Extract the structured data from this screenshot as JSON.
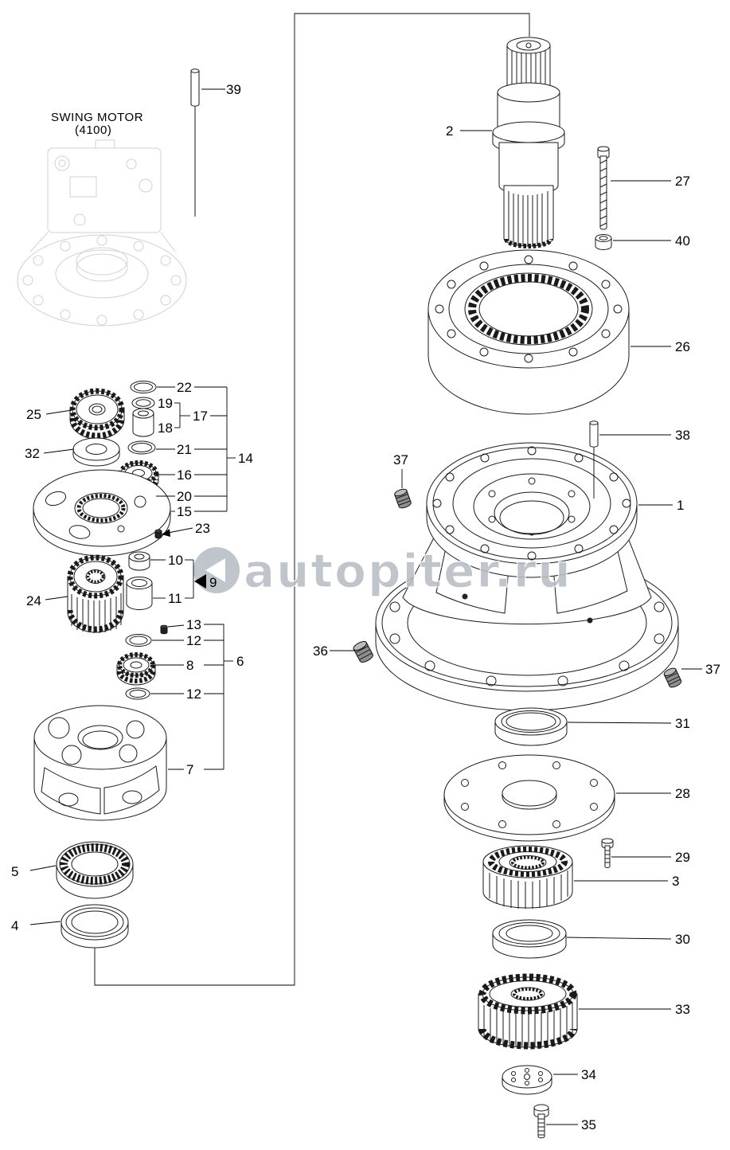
{
  "header": {
    "motor_label_line1": "SWING MOTOR",
    "motor_label_line2": "(4100)"
  },
  "watermark": {
    "text": "autopiter.ru"
  },
  "labels": {
    "p1": "1",
    "p2": "2",
    "p3": "3",
    "p4": "4",
    "p5": "5",
    "p6": "6",
    "p7": "7",
    "p8": "8",
    "p9": "9",
    "p10": "10",
    "p11": "11",
    "p12a": "12",
    "p12b": "12",
    "p13": "13",
    "p14": "14",
    "p15": "15",
    "p16": "16",
    "p17": "17",
    "p18": "18",
    "p19": "19",
    "p20": "20",
    "p21": "21",
    "p22": "22",
    "p23": "23",
    "p24": "24",
    "p25": "25",
    "p26": "26",
    "p27": "27",
    "p28": "28",
    "p29": "29",
    "p30": "30",
    "p31": "31",
    "p32": "32",
    "p33": "33",
    "p34": "34",
    "p35": "35",
    "p36": "36",
    "p37a": "37",
    "p37b": "37",
    "p38": "38",
    "p39": "39",
    "p40": "40"
  }
}
